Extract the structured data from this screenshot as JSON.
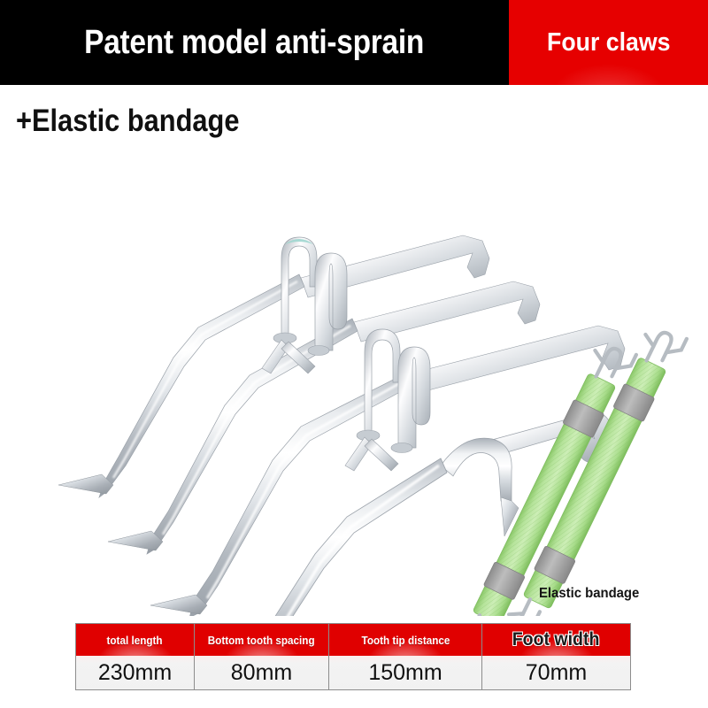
{
  "banner": {
    "title": "Patent model anti-sprain",
    "badge": "Four claws",
    "bg_color": "#000000",
    "badge_color": "#e60000",
    "text_color": "#ffffff"
  },
  "subtitle": "+Elastic bandage",
  "product": {
    "stake_count": 4,
    "stake_material_color": "#c9cdd2",
    "stake_highlight_color": "#ffffff",
    "bandage_count": 2,
    "bandage_color": "#a8dd8a",
    "bandage_buckle_color": "#a8a8a8",
    "bandage_hook_color": "#c6cbd0",
    "bandage_caption": "Elastic bandage"
  },
  "spec_table": {
    "header_bg": "#e00000",
    "value_bg": "#f1f1f1",
    "border_color": "#8d8d8d",
    "columns": [
      {
        "header": "total length",
        "value": "230mm"
      },
      {
        "header": "Bottom tooth spacing",
        "value": "80mm"
      },
      {
        "header": "Tooth tip distance",
        "value": "150mm"
      },
      {
        "header": "Foot width",
        "value": "70mm"
      }
    ]
  }
}
